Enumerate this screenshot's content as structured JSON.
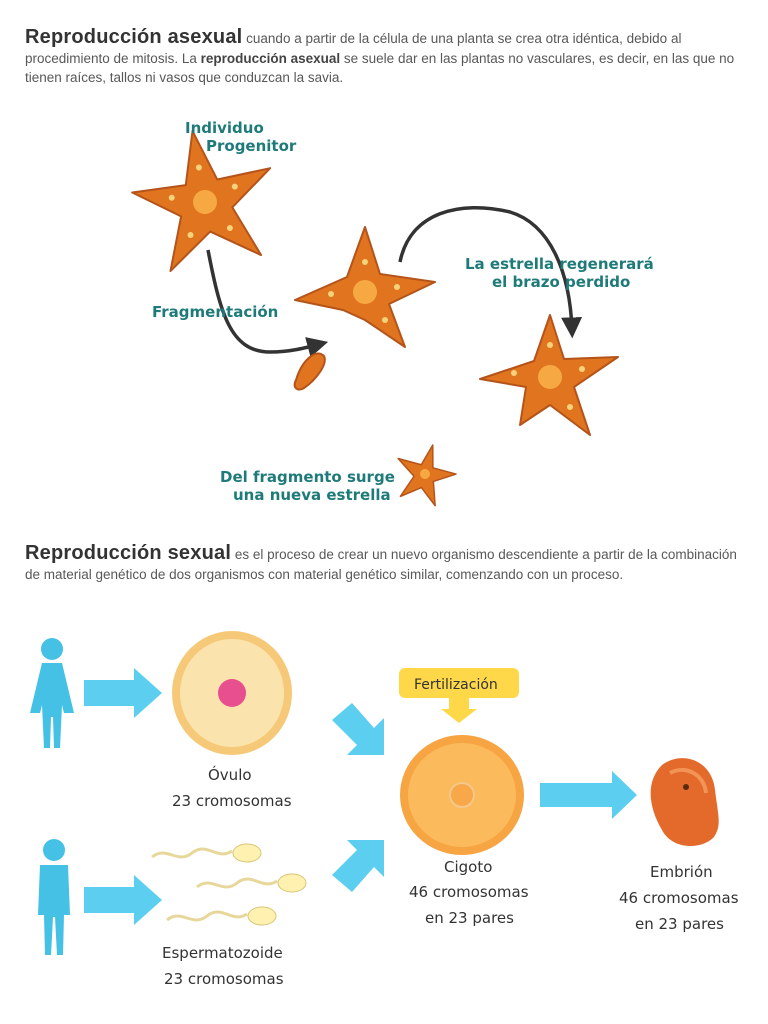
{
  "asexual": {
    "title": "Reproducción asexual",
    "text1": " cuando a partir de la célula de una planta se crea otra idéntica, debido al procedimiento de mitosis. La ",
    "bold": "reproducción asexual",
    "text2": " se suele dar en las plantas no vasculares, es decir, en las que no tienen raíces, tallos ni vasos que conduzcan la savia."
  },
  "starfish_figure": {
    "label_progenitor_1": "Individuo",
    "label_progenitor_2": "Progenitor",
    "label_fragmentation": "Fragmentación",
    "label_regen_1": "La estrella regenerará",
    "label_regen_2": "el brazo perdido",
    "label_new_1": "Del fragmento surge",
    "label_new_2": "una nueva estrella",
    "colors": {
      "label": "#1f7a7a",
      "starfish": "#e0741f",
      "arrow": "#333333"
    }
  },
  "sexual": {
    "title": "Reproducción sexual",
    "text": " es el proceso de crear un nuevo organismo descendiente a partir de la combinación de material genético de dos organismos con material genético similar, comenzando con un proceso."
  },
  "fertilization_figure": {
    "fertilization_label": "Fertilización",
    "ovum_1": "Óvulo",
    "ovum_2": "23 cromosomas",
    "sperm_1": "Espermatozoide",
    "sperm_2": "23 cromosomas",
    "zygote_1": "Cigoto",
    "zygote_2": "46 cromosomas",
    "zygote_3": "en 23 pares",
    "embryo_1": "Embrión",
    "embryo_2": "46 cromosomas",
    "embryo_3": "en 23 pares",
    "colors": {
      "arrow": "#5ccff0",
      "person": "#45c1e6",
      "cell": "#f6c978",
      "badge": "#ffd84a"
    }
  }
}
